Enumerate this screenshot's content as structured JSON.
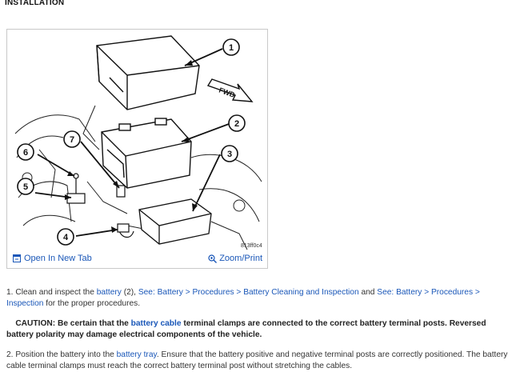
{
  "section": {
    "heading": "INSTALLATION"
  },
  "figure": {
    "image_code": "813ff0c4",
    "fwd_label": "FWD",
    "callouts": [
      "1",
      "2",
      "3",
      "4",
      "5",
      "6",
      "7"
    ],
    "open_tab_label": "Open In New Tab",
    "zoom_label": "Zoom/Print"
  },
  "step1": {
    "num": "1.",
    "text_a": " Clean and inspect the ",
    "link_battery": "battery",
    "text_b": " (2), ",
    "link_cleaning": "See: Battery > Procedures > Battery Cleaning and Inspection",
    "text_c": " and ",
    "link_inspection": "See: Battery > Procedures > Inspection",
    "text_d": " for the proper procedures."
  },
  "caution": {
    "text_a": "CAUTION: Be certain that the ",
    "link": "battery cable",
    "text_b": " terminal clamps are connected to the correct battery terminal posts. Reversed battery polarity may damage electrical components of the vehicle."
  },
  "step2": {
    "num": "2.",
    "text_a": " Position the battery into the ",
    "link": "battery tray",
    "text_b": ". Ensure that the battery positive and negative terminal posts are correctly positioned. The battery cable terminal clamps must reach the correct battery terminal post without stretching the cables."
  }
}
